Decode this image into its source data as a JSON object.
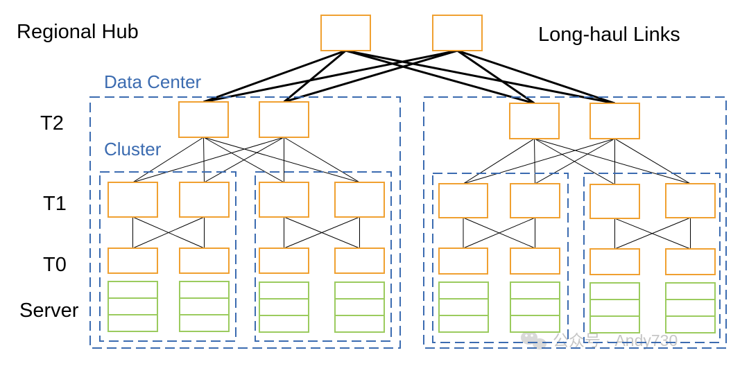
{
  "labels": {
    "regional_hub": "Regional Hub",
    "long_haul": "Long-haul Links",
    "data_center": "Data Center",
    "cluster": "Cluster",
    "tier_t2": "T2",
    "tier_t1": "T1",
    "tier_t0": "T0",
    "server": "Server"
  },
  "watermark": "公众号 · Andy730",
  "colors": {
    "switch_border": "#F0A030",
    "server_border": "#9BCB5E",
    "container_border": "#3B6BB0",
    "label_blue": "#3B6BB0",
    "line": "#000000"
  }
}
